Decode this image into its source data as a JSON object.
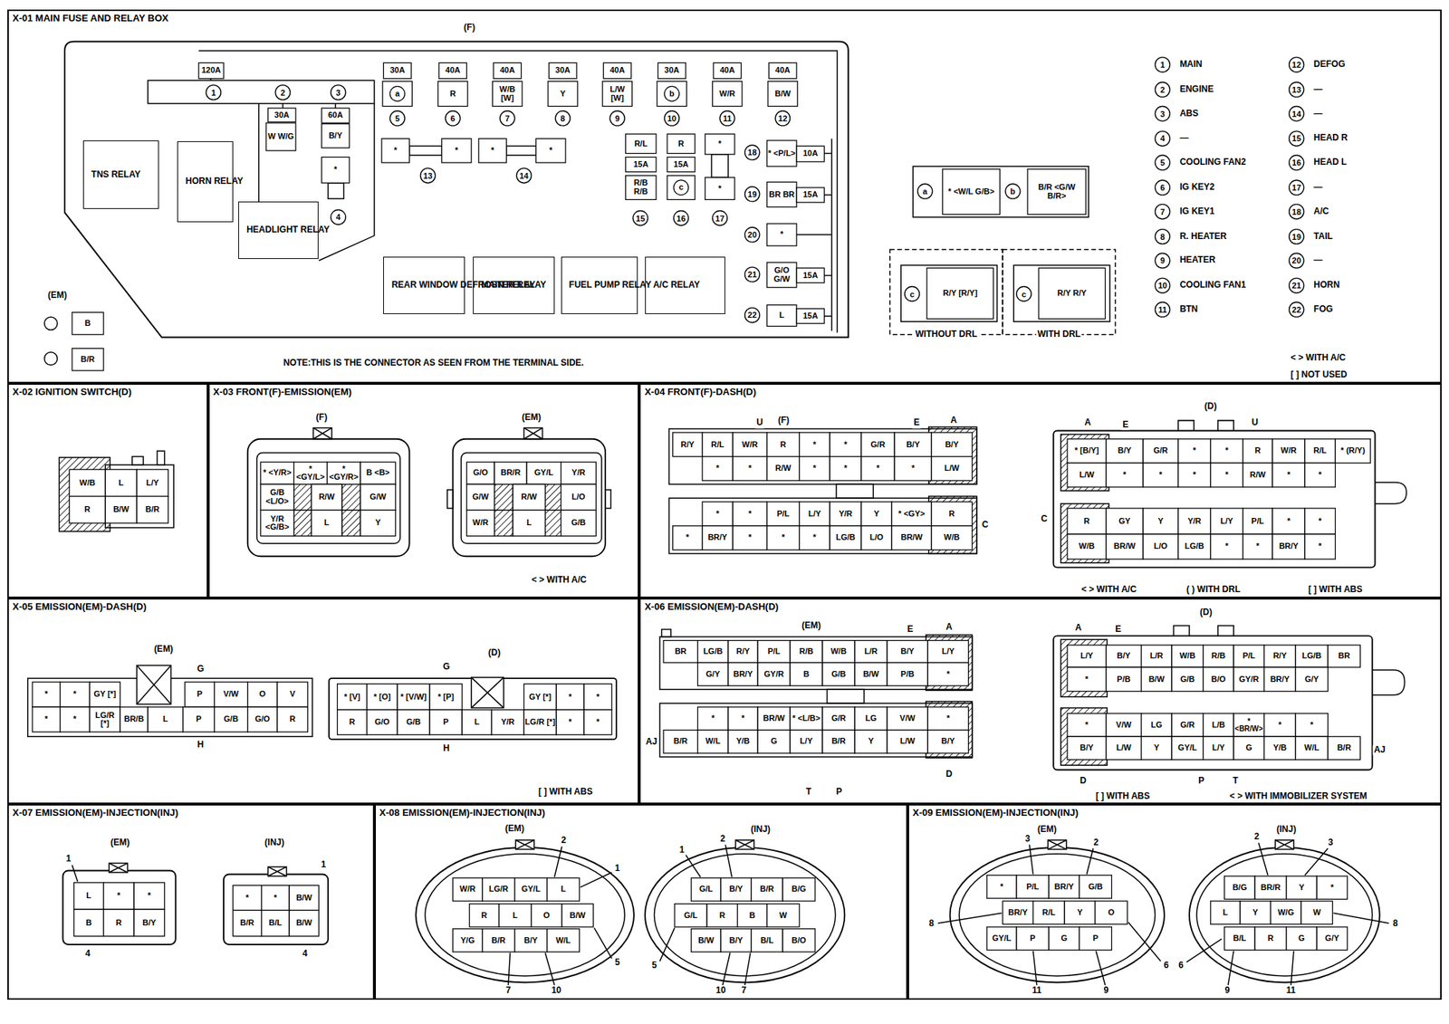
{
  "diagram": {
    "nodes": [
      {
        "text": [
          "X-01 MAIN FUSE AND RELAY BOX"
        ]
      },
      {
        "text": [
          "TNS RELAY"
        ],
        "in": 0
      },
      {
        "text": [
          "HORN RELAY"
        ],
        "in": 0
      },
      {
        "text": [
          "HEADLIGHT RELAY"
        ],
        "in": 0
      },
      {
        "text": [
          "REAR WINDOW DEFROSTER RELAY"
        ],
        "in": 0
      },
      {
        "text": [
          "MAIN RELAY"
        ],
        "in": 0
      },
      {
        "text": [
          "FUEL PUMP RELAY"
        ],
        "in": 0
      },
      {
        "text": [
          "A/C RELAY"
        ],
        "in": 0
      },
      {
        "text": [
          "X-02 IGNITION SWITCH(D)"
        ]
      },
      {
        "text": [
          "X-03 FRONT(F)-EMISSION(EM)"
        ]
      },
      {
        "text": [
          "X-04 FRONT(F)-DASH(D)"
        ]
      },
      {
        "text": [
          "X-05 EMISSION(EM)-DASH(D)"
        ]
      },
      {
        "text": [
          "X-06 EMISSION(EM)-DASH(D)"
        ]
      },
      {
        "text": [
          "X-07 EMISSION(EM)-INJECTION(INJ)"
        ]
      },
      {
        "text": [
          "X-08 EMISSION(EM)-INJECTION(INJ)"
        ]
      },
      {
        "text": [
          "X-09 EMISSION(EM)-INJECTION(INJ)"
        ]
      }
    ],
    "labels": [
      "(F)",
      "120A",
      "1",
      "2",
      "3",
      "30A",
      "W W/G",
      "60A",
      "B/Y",
      "*",
      "4",
      "30A",
      "a",
      "5",
      "40A",
      "R",
      "6",
      "40A",
      "W/B [W]",
      "7",
      "30A",
      "Y",
      "8",
      "40A",
      "L/W [W]",
      "9",
      "30A",
      "b",
      "10",
      "40A",
      "W/R",
      "11",
      "40A",
      "B/W",
      "12",
      "*",
      "*",
      "*",
      "*",
      "13",
      "14",
      "R/L",
      "15A",
      "R/B R/B",
      "15",
      "R",
      "15A",
      "c",
      "16",
      "*",
      "*",
      "17",
      "18",
      "* <P/L>",
      "10A",
      "19",
      "BR BR",
      "15A",
      "20",
      "*",
      "21",
      "G/O G/W",
      "15A",
      "22",
      "L",
      "15A",
      "(EM)",
      "B",
      "B/R",
      "NOTE:THIS IS THE CONNECTOR AS SEEN FROM THE TERMINAL SIDE.",
      "a",
      "* <W/L G/B>",
      "b",
      "B/R <G/W B/R>",
      "c",
      "R/Y [R/Y]",
      "WITHOUT DRL",
      "c",
      "R/Y R/Y",
      "WITH DRL",
      "1",
      "MAIN",
      "2",
      "ENGINE",
      "3",
      "ABS",
      "4",
      "—",
      "5",
      "COOLING FAN2",
      "6",
      "IG KEY2",
      "7",
      "IG KEY1",
      "8",
      "R. HEATER",
      "9",
      "HEATER",
      "10",
      "COOLING FAN1",
      "11",
      "BTN",
      "12",
      "DEFOG",
      "13",
      "—",
      "14",
      "—",
      "15",
      "HEAD R",
      "16",
      "HEAD L",
      "17",
      "—",
      "18",
      "A/C",
      "19",
      "TAIL",
      "20",
      "—",
      "21",
      "HORN",
      "22",
      "FOG",
      "< > WITH A/C",
      "[ ] NOT USED",
      "W/B",
      "L",
      "L/Y",
      "R",
      "B/W",
      "B/R",
      "(F)",
      "* <Y/R>",
      "* <GY/L>",
      "* <GY/R>",
      "B <B>",
      "G/B <L/O>",
      "R/W",
      "G/W",
      "Y/R <G/B>",
      "L",
      "Y",
      "(EM)",
      "G/O",
      "BR/R",
      "GY/L",
      "Y/R",
      "G/W",
      "R/W",
      "L/O",
      "W/R",
      "L",
      "G/B",
      "< > WITH A/C",
      "U",
      "(F)",
      "E",
      "A",
      "R/Y",
      "R/L",
      "W/R",
      "R",
      "*",
      "*",
      "G/R",
      "B/Y",
      "B/Y",
      "*",
      "*",
      "R/W",
      "*",
      "*",
      "*",
      "*",
      "L/W",
      "C",
      "*",
      "*",
      "P/L",
      "L/Y",
      "Y/R",
      "Y",
      "* <GY>",
      "R",
      "*",
      "BR/Y",
      "*",
      "*",
      "*",
      "LG/B",
      "L/O",
      "BR/W",
      "W/B",
      "(D)",
      "A",
      "E",
      "U",
      "C",
      "* [B/Y]",
      "B/Y",
      "G/R",
      "*",
      "*",
      "R",
      "W/R",
      "R/L",
      "* (R/Y)",
      "L/W",
      "*",
      "*",
      "*",
      "*",
      "R/W",
      "*",
      "*",
      "R",
      "GY",
      "Y",
      "Y/R",
      "L/Y",
      "P/L",
      "*",
      "*",
      "W/B",
      "BR/W",
      "L/O",
      "LG/B",
      "*",
      "*",
      "BR/Y",
      "*",
      "< > WITH A/C",
      "( ) WITH DRL",
      "[ ] WITH ABS",
      "(EM)",
      "G",
      "*",
      "*",
      "GY [*]",
      "P",
      "V/W",
      "O",
      "V",
      "*",
      "*",
      "LG/R [*]",
      "BR/B",
      "L",
      "P",
      "G/B",
      "G/O",
      "R",
      "H",
      "(D)",
      "G",
      "* [V]",
      "* [O]",
      "* [V/W]",
      "* [P]",
      "GY [*]",
      "*",
      "*",
      "R",
      "G/O",
      "G/B",
      "P",
      "L",
      "Y/R",
      "LG/R [*]",
      "*",
      "*",
      "H",
      "[ ] WITH ABS",
      "(EM)",
      "E",
      "A",
      "BR",
      "LG/B",
      "R/Y",
      "P/L",
      "R/B",
      "W/B",
      "L/R",
      "B/Y",
      "L/Y",
      "G/Y",
      "BR/Y",
      "GY/R",
      "B",
      "G/B",
      "B/W",
      "P/B",
      "*",
      "*",
      "*",
      "BR/W",
      "* <L/B>",
      "G/R",
      "LG",
      "V/W",
      "*",
      "AJ",
      "B/R",
      "W/L",
      "Y/B",
      "G",
      "L/Y",
      "B/R",
      "Y",
      "L/W",
      "B/Y",
      "T",
      "P",
      "D",
      "(D)",
      "A",
      "E",
      "L/Y",
      "B/Y",
      "L/R",
      "W/B",
      "R/B",
      "P/L",
      "R/Y",
      "LG/B",
      "BR",
      "*",
      "P/B",
      "B/W",
      "G/B",
      "B/O",
      "GY/R",
      "BR/Y",
      "G/Y",
      "*",
      "V/W",
      "LG",
      "G/R",
      "L/B",
      "* <BR/W>",
      "*",
      "*",
      "B/Y",
      "L/W",
      "Y",
      "GY/L",
      "L/Y",
      "G",
      "Y/B",
      "W/L",
      "B/R",
      "AJ",
      "D",
      "P",
      "T",
      "[ ] WITH ABS",
      "< > WITH IMMOBILIZER SYSTEM",
      "(EM)",
      "1",
      "L",
      "*",
      "*",
      "B",
      "R",
      "B/Y",
      "4",
      "(INJ)",
      "1",
      "*",
      "*",
      "B/W",
      "B/R",
      "B/L",
      "B/W",
      "4",
      "(EM)",
      "2",
      "1",
      "W/R",
      "LG/R",
      "GY/L",
      "L",
      "R",
      "L",
      "O",
      "B/W",
      "Y/G",
      "B/R",
      "B/Y",
      "W/L",
      "5",
      "7",
      "10",
      "(INJ)",
      "1",
      "2",
      "G/L",
      "B/Y",
      "B/R",
      "B/G",
      "G/L",
      "R",
      "B",
      "W",
      "B/W",
      "B/Y",
      "B/L",
      "B/O",
      "5",
      "10",
      "7",
      "(EM)",
      "3",
      "2",
      "*",
      "P/L",
      "BR/Y",
      "G/B",
      "BR/Y",
      "R/L",
      "Y",
      "O",
      "GY/L",
      "P",
      "G",
      "P",
      "8",
      "6",
      "11",
      "9",
      "(INJ)",
      "2",
      "3",
      "B/G",
      "BR/R",
      "Y",
      "*",
      "L",
      "Y",
      "W/G",
      "W",
      "B/L",
      "R",
      "G",
      "G/Y",
      "8",
      "6",
      "9",
      "11"
    ]
  }
}
